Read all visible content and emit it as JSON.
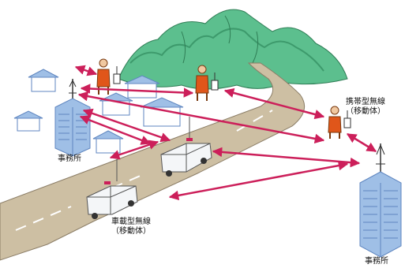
{
  "labels": {
    "office_left": "事務所",
    "office_right": "事務所",
    "portable_line1": "携帯型無線",
    "portable_line2": "（移動体）",
    "vehicle_line1": "車載型無線",
    "vehicle_line2": "（移動体）"
  },
  "icons": {
    "mountains": "mountain-range",
    "road": "road",
    "office": "office-building",
    "house": "house",
    "person": "person-with-radio",
    "vehicle": "ambulance",
    "link": "radio-link-arrow"
  },
  "colors": {
    "mountain": "#5cbf8e",
    "mountain_shadow": "#3d9a6c",
    "road": "#cdbfa3",
    "road_edge": "#8b7d66",
    "link": "#cc1f5a",
    "building": "#9fbfe6",
    "building_dark": "#5f86c0",
    "person": "#e0561a",
    "vehicle": "#f4f6f8"
  }
}
